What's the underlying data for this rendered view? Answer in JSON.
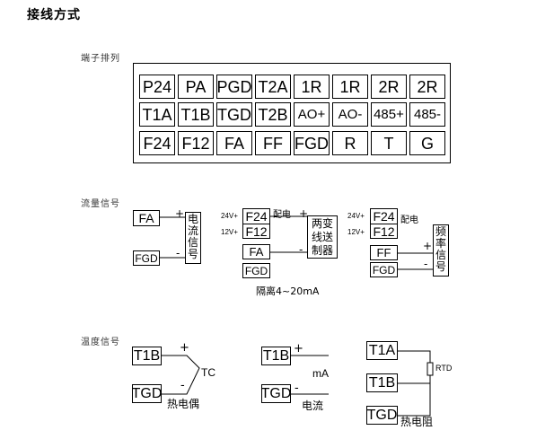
{
  "title": "接线方式",
  "terminal_section": {
    "label": "端子排列",
    "rows": [
      [
        "P24",
        "PA",
        "PGD",
        "T2A",
        "1R",
        "1R",
        "2R",
        "2R"
      ],
      [
        "T1A",
        "T1B",
        "TGD",
        "T2B",
        "AO+",
        "AO-",
        "485+",
        "485-"
      ],
      [
        "F24",
        "F12",
        "FA",
        "FF",
        "FGD",
        "R",
        "T",
        "G"
      ]
    ]
  },
  "flow_section": {
    "label": "流量信号",
    "current": {
      "fa": "FA",
      "fgd": "FGD",
      "plus": "+",
      "minus": "-",
      "device": [
        "电",
        "流",
        "信",
        "号"
      ]
    },
    "transmitter": {
      "v24": "24V+",
      "v12": "12V+",
      "f24": "F24",
      "f12": "F12",
      "power": "配电",
      "fa": "FA",
      "fgd": "FGD",
      "plus": "+",
      "minus": "-",
      "device_line1": "两变",
      "device_line2": "线送",
      "device_line3": "制器",
      "caption": "隔离4~20mA"
    },
    "frequency": {
      "v24": "24V+",
      "v12": "12V+",
      "f24": "F24",
      "f12": "F12",
      "power": "配电",
      "ff": "FF",
      "fgd": "FGD",
      "plus": "+",
      "minus": "-",
      "device": [
        "频",
        "率",
        "信",
        "号"
      ]
    }
  },
  "temp_section": {
    "label": "温度信号",
    "thermocouple": {
      "t1b": "T1B",
      "tgd": "TGD",
      "plus": "+",
      "minus": "-",
      "tc": "TC",
      "caption": "热电偶"
    },
    "current": {
      "t1b": "T1B",
      "tgd": "TGD",
      "plus": "+",
      "minus": "-",
      "unit": "mA",
      "caption": "电流"
    },
    "rtd": {
      "t1a": "T1A",
      "t1b": "T1B",
      "tgd": "TGD",
      "rtd": "RTD",
      "caption": "热电阻"
    }
  }
}
